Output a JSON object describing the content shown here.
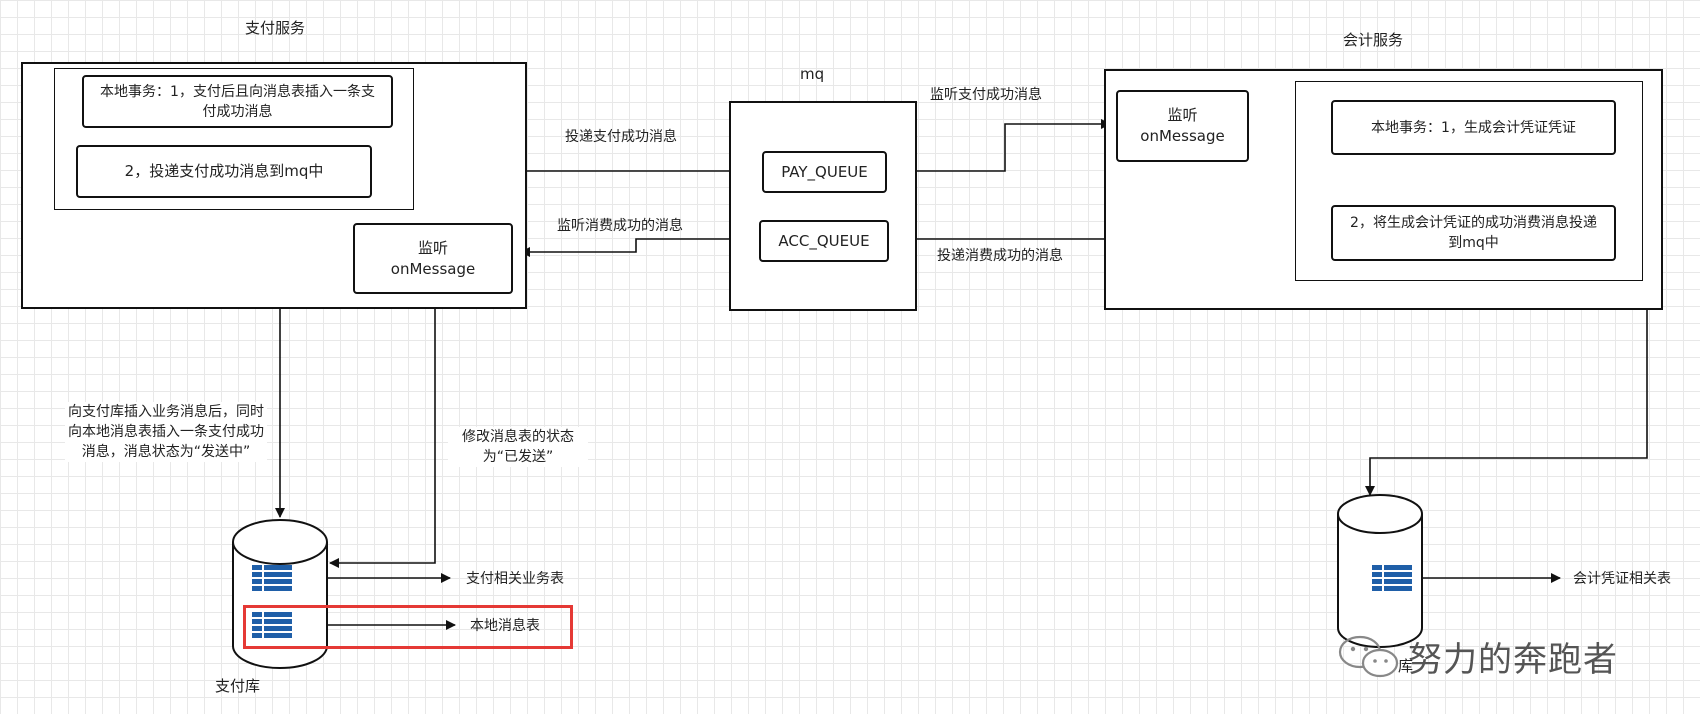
{
  "pay_service": {
    "title": "支付服务",
    "tx_step1": "本地事务：1，支付后且向消息表插入一条支付成功消息",
    "tx_step2": "2，投递支付成功消息到mq中",
    "listener": [
      "监听",
      "onMessage"
    ]
  },
  "mq": {
    "title": "mq",
    "pay_queue": "PAY_QUEUE",
    "acc_queue": "ACC_QUEUE"
  },
  "acc_service": {
    "title": "会计服务",
    "listener": [
      "监听",
      "onMessage"
    ],
    "tx_step1": "本地事务：1，生成会计凭证凭证",
    "tx_step2": "2，将生成会计凭证的成功消费消息投递到mq中"
  },
  "edges": {
    "deliver_pay_success": "投递支付成功消息",
    "listen_pay_success": "监听支付成功消息",
    "listen_consume_success": "监听消费成功的消息",
    "deliver_consume_success": "投递消费成功的消息",
    "insert_business": "向支付库插入业务消息后，同时向本地消息表插入一条支付成功消息，消息状态为“发送中”",
    "update_status": "修改消息表的状态为“已发送”"
  },
  "pay_db": {
    "name": "支付库",
    "table_business": "支付相关业务表",
    "table_local_msg": "本地消息表"
  },
  "acc_db": {
    "name": "库",
    "table_voucher": "会计凭证相关表"
  },
  "watermark": "努力的奔跑者",
  "colors": {
    "highlight": "#e53935",
    "db_icon": "#1f5fa8"
  }
}
